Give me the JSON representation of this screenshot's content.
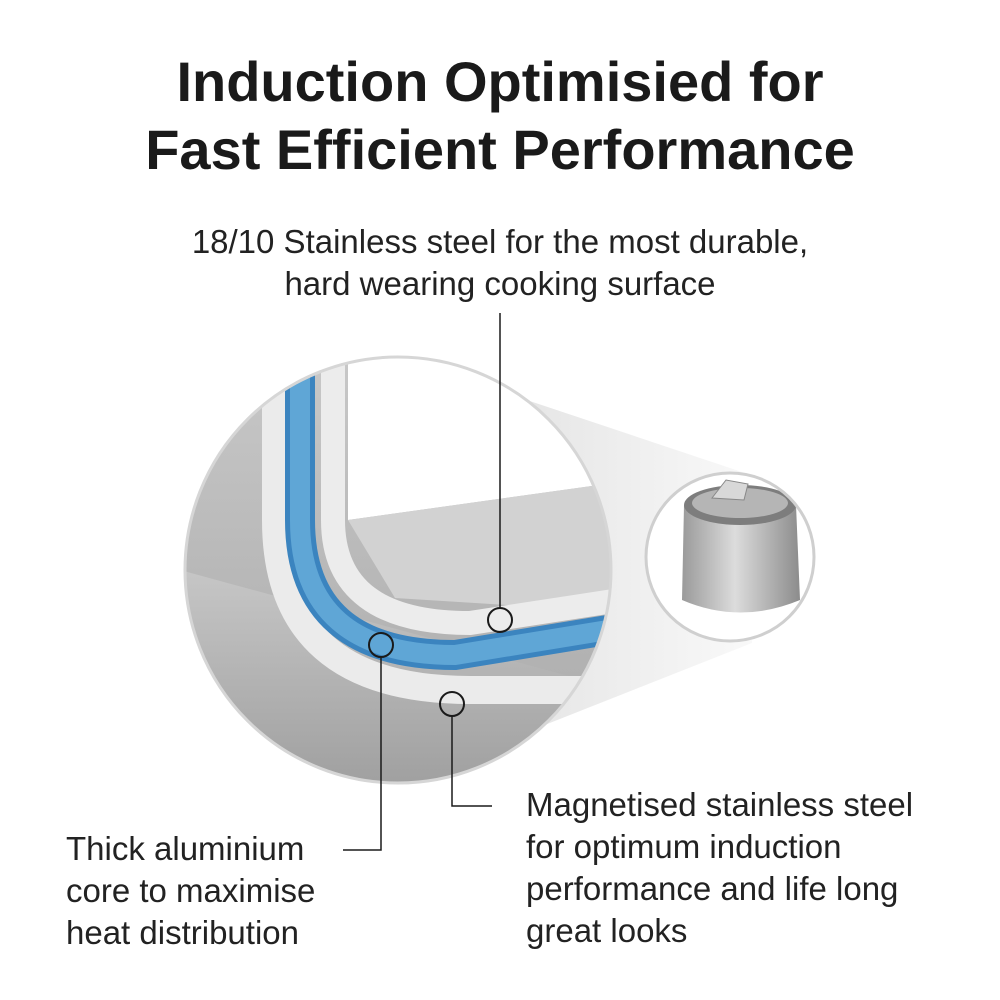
{
  "title": {
    "line1": "Induction Optimisied for",
    "line2": "Fast Efficient Performance"
  },
  "callouts": {
    "top": {
      "line1": "18/10 Stainless steel for the most durable,",
      "line2": "hard wearing cooking surface"
    },
    "left": {
      "line1": "Thick aluminium",
      "line2": "core to maximise",
      "line3": "heat distribution"
    },
    "right": {
      "line1": "Magnetised stainless steel",
      "line2": "for optimum induction",
      "line3": "performance and life long",
      "line4": "great looks"
    }
  },
  "colors": {
    "aluminium_core": "#4f97c9",
    "steel_light": "#e9e9e9",
    "steel_mid": "#c4c4c4",
    "steel_dark": "#a8a8a8",
    "text": "#1a1a1a"
  }
}
